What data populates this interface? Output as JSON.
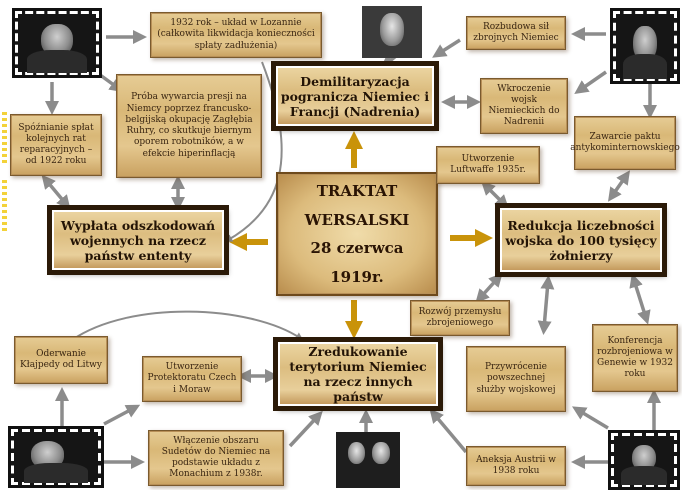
{
  "center": {
    "line1": "TRAKTAT WERSALSKI",
    "line2": "28 czerwca 1919r."
  },
  "main": {
    "demilitarization": "Demilitaryzacja pogranicza Niemiec i Francji (Nadrenia)",
    "reparations": "Wypłata odszkodowań wojennych na rzecz państw ententy",
    "army_reduction": "Redukcja liczebności wojska do 100 tysięcy żołnierzy",
    "territory": "Zredukowanie terytorium Niemiec na rzecz innych państw"
  },
  "notes": {
    "lausanne": "1932 rok – układ w Lozannie (całkowita likwidacja konieczności spłaty zadłużenia)",
    "ruhr": "Próba wywarcia presji na Niemcy poprzez francusko-belgijską okupację Zagłębia Ruhry, co skutkuje biernym oporem robotników, a w efekcie hiperinflacją",
    "delay": "Spóźnianie spłat kolejnych rat reparacyjnych – od 1922 roku",
    "navy": "Rozbudowa sił zbrojnych Niemiec",
    "rhineland": "Wkroczenie wojsk Niemieckich do Nadrenii",
    "anticomintern": "Zawarcie paktu antykominternowskiego",
    "luftwaffe": "Utworzenie Luftwaffe 1935r.",
    "industry": "Rozwój przemysłu zbrojeniowego",
    "geneva": "Konferencja rozbrojeniowa w Genewie w 1932 roku",
    "conscription": "Przywrócenie powszechnej służby wojskowej",
    "austria": "Aneksja Austrii w 1938 roku",
    "klaipeda": "Oderwanie Kłajpedy od Litwy",
    "protectorate": "Utworzenie Protektoratu Czech i Moraw",
    "sudetes": "Włączenie obszaru Sudetów do Niemiec na podstawie układu z Monachium z 1938r."
  },
  "colors": {
    "arrow_gold": "#c9930a",
    "arrow_grey": "#8c8c8c",
    "parchment": "#dcbd80",
    "ink": "#2b1a08"
  }
}
